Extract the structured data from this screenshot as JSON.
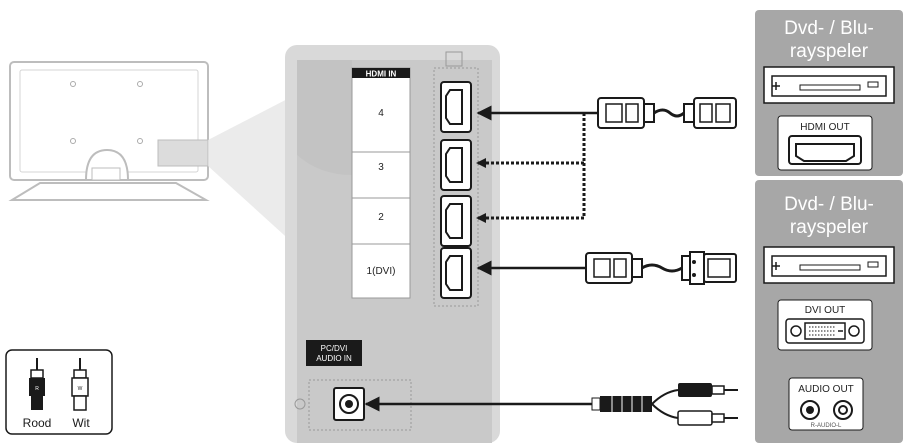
{
  "colors": {
    "panel_gray": "#c9c9c9",
    "panel_dark": "#b0b0b0",
    "box_gray": "#a7a7a7",
    "line": "#1a1a1a",
    "white": "#ffffff"
  },
  "hdmi_panel": {
    "header": "HDMI IN",
    "ports": [
      "4",
      "3",
      "2",
      "1(DVI)"
    ],
    "audio_in_label": [
      "PC/DVI",
      "AUDIO IN"
    ]
  },
  "device_top": {
    "title": [
      "Dvd- / Blu-",
      "rayspeler"
    ],
    "output_label": "HDMI OUT"
  },
  "device_bottom": {
    "title": [
      "Dvd- / Blu-",
      "rayspeler"
    ],
    "dvi_label": "DVI OUT",
    "audio_label": "AUDIO OUT",
    "audio_sub": "R-AUDIO-L"
  },
  "legend": {
    "items": [
      "Rood",
      "Wit"
    ],
    "plug_marks": [
      "R",
      "W"
    ]
  },
  "icons": [
    "tv-rear-icon",
    "hdmi-port-icon",
    "hdmi-plug-icon",
    "dvi-plug-icon",
    "audio-jack-icon",
    "rca-plug-icon",
    "player-icon"
  ]
}
